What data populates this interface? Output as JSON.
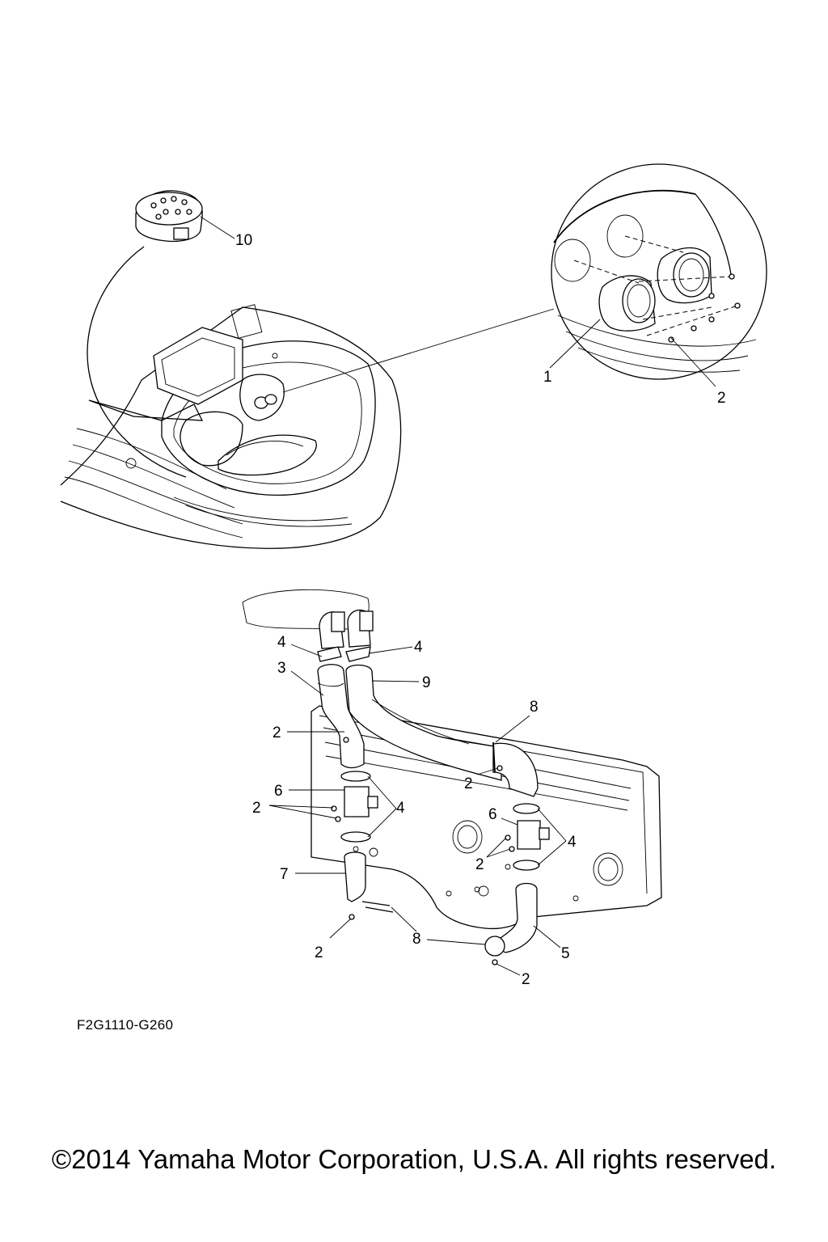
{
  "callouts": {
    "top": [
      {
        "id": "10",
        "label": "10"
      },
      {
        "id": "1",
        "label": "1"
      },
      {
        "id": "2",
        "label": "2"
      }
    ],
    "bottom": [
      {
        "id": "4a",
        "label": "4"
      },
      {
        "id": "4b",
        "label": "4"
      },
      {
        "id": "3",
        "label": "3"
      },
      {
        "id": "9",
        "label": "9"
      },
      {
        "id": "8a",
        "label": "8"
      },
      {
        "id": "2a",
        "label": "2"
      },
      {
        "id": "6a",
        "label": "6"
      },
      {
        "id": "2b",
        "label": "2"
      },
      {
        "id": "4c",
        "label": "4"
      },
      {
        "id": "2c",
        "label": "2"
      },
      {
        "id": "6b",
        "label": "6"
      },
      {
        "id": "4d",
        "label": "4"
      },
      {
        "id": "2d",
        "label": "2"
      },
      {
        "id": "7",
        "label": "7"
      },
      {
        "id": "2e",
        "label": "2"
      },
      {
        "id": "8b",
        "label": "8"
      },
      {
        "id": "5",
        "label": "5"
      },
      {
        "id": "2f",
        "label": "2"
      }
    ]
  },
  "drawing_code": "F2G1110-G260",
  "copyright": "©2014 Yamaha Motor Corporation, U.S.A. All rights reserved."
}
